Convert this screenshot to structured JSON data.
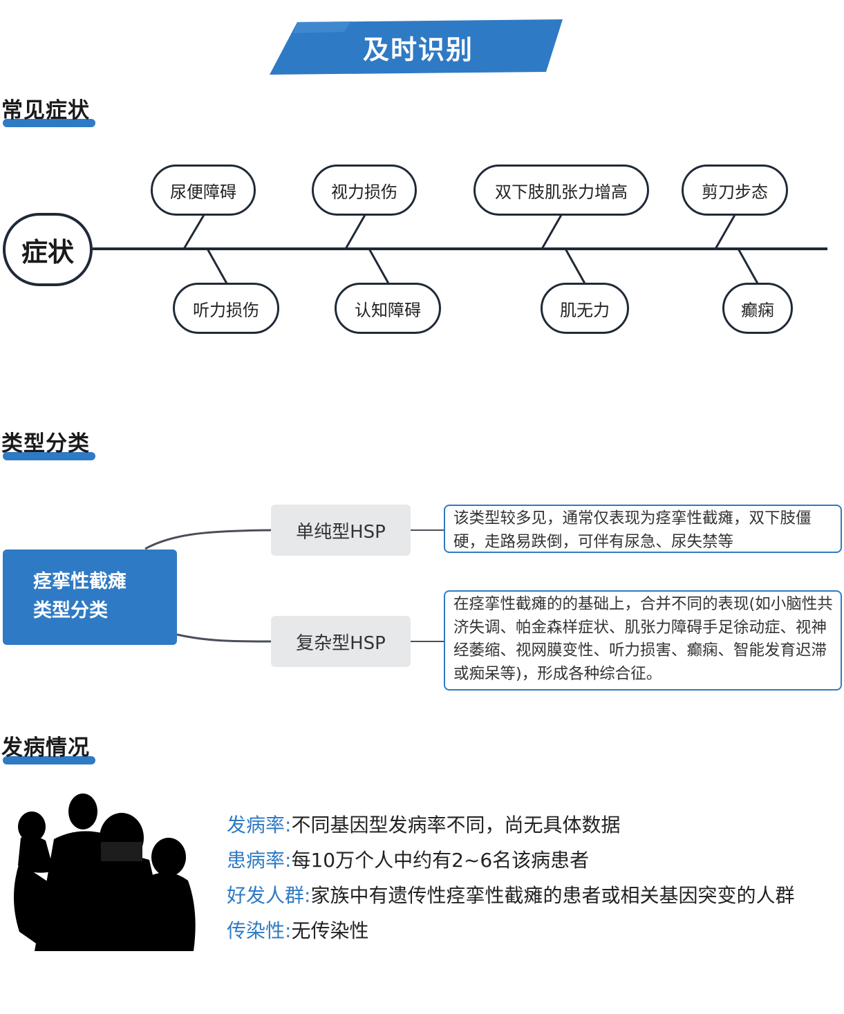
{
  "banner": {
    "title": "及时识别",
    "color": "#2f7ac4"
  },
  "sections": {
    "symptoms": "常见症状",
    "types": "类型分类",
    "incidence": "发病情况"
  },
  "fishbone": {
    "root": "症状",
    "top": [
      "尿便障碍",
      "视力损伤",
      "双下肢肌张力增高",
      "剪刀步态"
    ],
    "bottom": [
      "听力损伤",
      "认知障碍",
      "肌无力",
      "癫痫"
    ]
  },
  "classification": {
    "center_line1": "痉挛性截瘫",
    "center_line2": "类型分类",
    "types": [
      {
        "name": "单纯型HSP",
        "desc": "该类型较多见，通常仅表现为痉挛性截瘫，双下肢僵硬，走路易跌倒，可伴有尿急、尿失禁等"
      },
      {
        "name": "复杂型HSP",
        "desc": "在痉挛性截瘫的的基础上，合并不同的表现(如小脑性共济失调、帕金森样症状、肌张力障碍手足徐动症、视神经萎缩、视网膜变性、听力损害、癫痫、智能发育迟滞或痴呆等)，形成各种综合征。"
      }
    ]
  },
  "incidence": [
    {
      "label": "发病率:",
      "value": "不同基因型发病率不同，尚无具体数据"
    },
    {
      "label": "患病率:",
      "value": "每10万个人中约有2~6名该病患者"
    },
    {
      "label": "好发人群:",
      "value": "家族中有遗传性痉挛性截瘫的患者或相关基因突变的人群"
    },
    {
      "label": "传染性:",
      "value": "无传染性"
    }
  ],
  "colors": {
    "accent": "#2f7ac4",
    "dark": "#1f2937",
    "type_bg": "#e6e8ea"
  },
  "icons": {
    "family": "family-silhouette-icon"
  }
}
